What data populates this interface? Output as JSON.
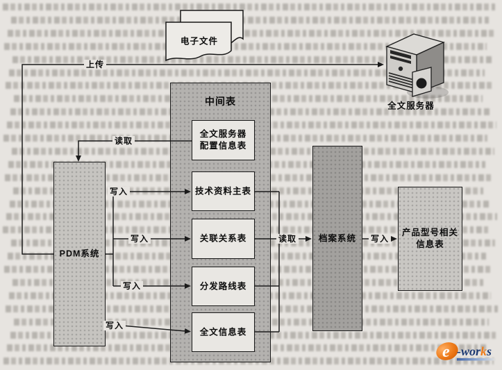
{
  "diagram": {
    "labels": {
      "upload": "上传",
      "read": "读取",
      "write": "写入"
    },
    "electronic_file": {
      "label": "电子文件"
    },
    "fulltext_server": {
      "label": "全文服务器"
    },
    "middle_table": {
      "title": "中间表",
      "tables": [
        "全文服务器\n配置信息表",
        "技术资料主表",
        "关联关系表",
        "分发路线表",
        "全文信息表"
      ]
    },
    "pdm_system": {
      "label": "PDM系统"
    },
    "archive_system": {
      "label": "档案系统"
    },
    "product_table": {
      "label": "产品型号相关\n信息表"
    }
  },
  "watermark": {
    "e": "e",
    "wor": "-wor",
    "k": "k",
    "s": "s"
  },
  "colors": {
    "page_bg": "#e7e4e0",
    "middle_table_fill": "#b4b2af",
    "sub_table_fill": "#e9e7e3",
    "pdm_fill": "#c6c4c0",
    "archive_fill": "#a3a19e",
    "product_fill": "#c9c7c3",
    "line": "#1b1b1b",
    "logo_orange": "#ee7c1b",
    "logo_navy": "#1d3a73"
  }
}
